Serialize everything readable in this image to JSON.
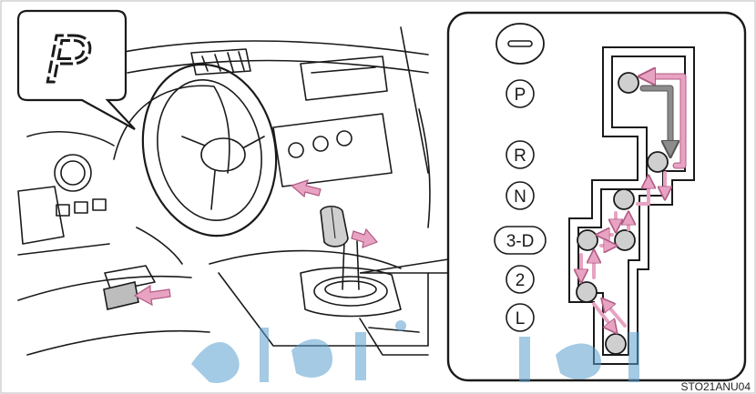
{
  "figure_code": "STO21ANU04",
  "display_indicator": "P",
  "shift_positions": [
    "P",
    "R",
    "N",
    "3-D",
    "2",
    "L"
  ],
  "colors": {
    "outline": "#1a1a1a",
    "arrow_pink": "#e9a3c2",
    "arrow_pink_edge": "#b05b85",
    "arrow_gray": "#8c8c8c",
    "knob_gray": "#cfcfcf",
    "watermark": "#5aa0cf"
  },
  "icons": {
    "shift_button": "button-icon",
    "gate_stop": "gear-stop-circle",
    "pedal_arrow": "press-arrow-icon"
  }
}
